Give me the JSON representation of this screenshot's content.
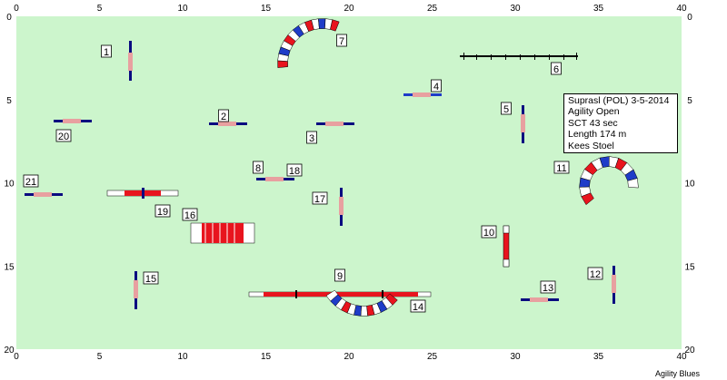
{
  "course": {
    "field_width_m": 40,
    "field_height_m": 20,
    "field_color": "#ccf5cc",
    "x_ticks": [
      "0",
      "5",
      "10",
      "15",
      "20",
      "25",
      "30",
      "35",
      "40"
    ],
    "y_ticks": [
      "0",
      "5",
      "10",
      "15",
      "20"
    ]
  },
  "info": {
    "line1": "Suprasl (POL) 3-5-2014",
    "line2": "Agility Open",
    "line3": "SCT 43 sec",
    "line4": "Length 174 m",
    "line5": "Kees Stoel"
  },
  "credit": "Agility Blues",
  "obstacle_numbers": [
    "1",
    "2",
    "3",
    "4",
    "5",
    "6",
    "7",
    "8",
    "9",
    "10",
    "11",
    "12",
    "13",
    "14",
    "15",
    "16",
    "17",
    "18",
    "19",
    "20",
    "21"
  ],
  "colors": {
    "red": "#e8141e",
    "blue": "#1f3cc8",
    "white": "#ffffff",
    "navy": "#0a0a80",
    "bar_stripe": "#b03040"
  }
}
